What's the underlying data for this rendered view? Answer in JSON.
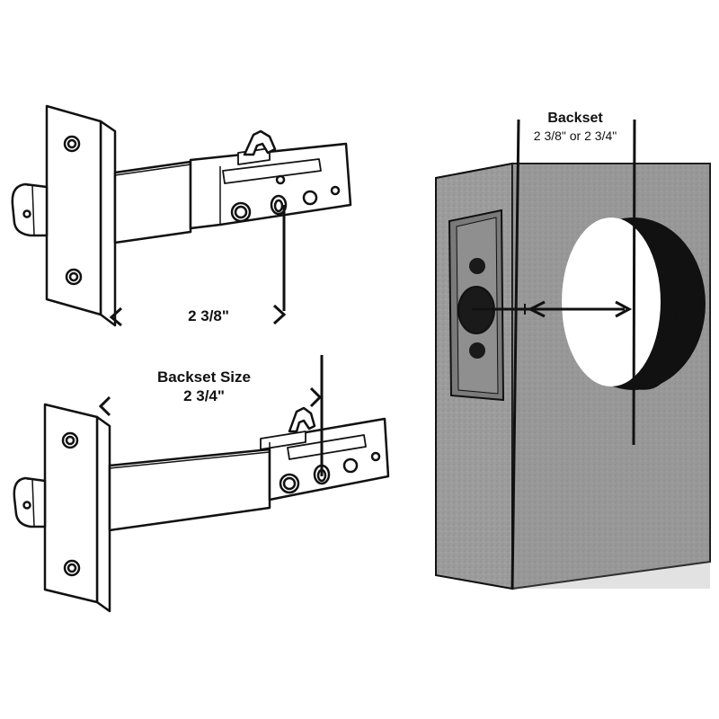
{
  "labels": {
    "top_latch_measure": "2 3/8\"",
    "bottom_latch_title": "Backset Size",
    "bottom_latch_measure": "2 3/4\"",
    "door_title": "Backset",
    "door_measure": "2 3/8\" or 2 3/4\""
  },
  "colors": {
    "ink": "#111111",
    "door_fill": "#9a9a9a",
    "door_fill_dark": "#858585",
    "faceplate_fill": "#7d7d7d",
    "hole_dark": "#1a1a1a",
    "paper": "#ffffff"
  }
}
